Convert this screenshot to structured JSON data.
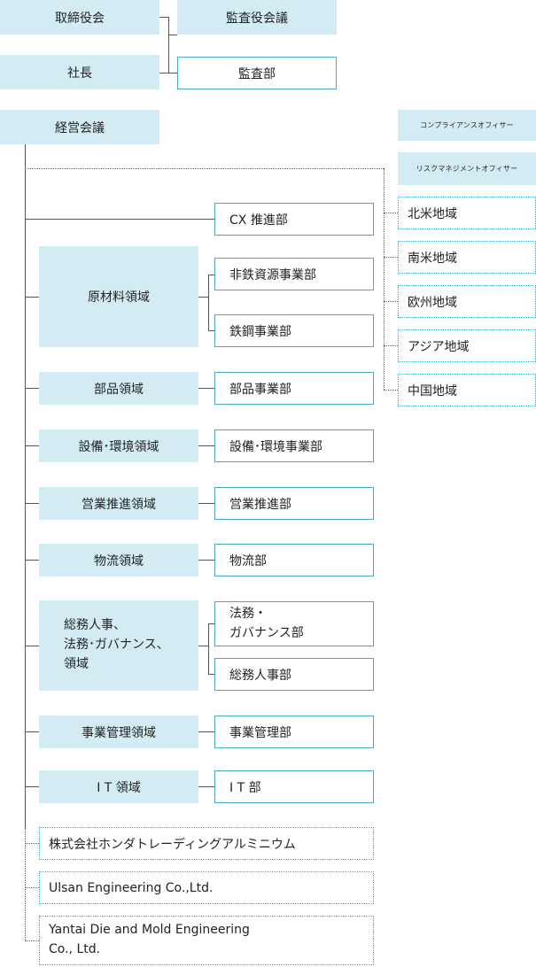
{
  "governance": {
    "board": "取締役会",
    "auditors": "監査役会議",
    "president": "社長",
    "audit_dept": "監査部",
    "mgmt_council": "経営会議"
  },
  "officers": {
    "compliance": "コンプライアンスオフィサー",
    "risk": "リスクマネジメントオフィサー"
  },
  "regions": [
    "北米地域",
    "南米地域",
    "欧州地域",
    "アジア地域",
    "中国地域"
  ],
  "cx_dept": "CX 推進部",
  "domains": {
    "raw_materials": "原材料領域",
    "parts": "部品領域",
    "equipment": "設備･環境領域",
    "sales": "営業推進領域",
    "logistics": "物流領域",
    "ga_line1": "総務人事、",
    "ga_line2": "法務･ガバナンス、",
    "ga_line3": "領域",
    "biz_mgmt": "事業管理領域",
    "it": "I T 領域"
  },
  "departments": {
    "nonferrous": "非鉄資源事業部",
    "steel": "鉄鋼事業部",
    "parts": "部品事業部",
    "equipment": "設備･環境事業部",
    "sales": "営業推進部",
    "logistics": "物流部",
    "legal_line1": "法務・",
    "legal_line2": "ガバナンス部",
    "ga_hr": "総務人事部",
    "biz_mgmt": "事業管理部",
    "it": "I T 部"
  },
  "affiliates": [
    "株式会社ホンダトレーディングアルミニウム",
    "Ulsan Engineering Co.,Ltd.",
    "Yantai Die and Mold Engineering",
    "Co., Ltd."
  ],
  "colors": {
    "fill": "#d3ecf4",
    "border": "#4aa8c8",
    "line": "#555555"
  }
}
